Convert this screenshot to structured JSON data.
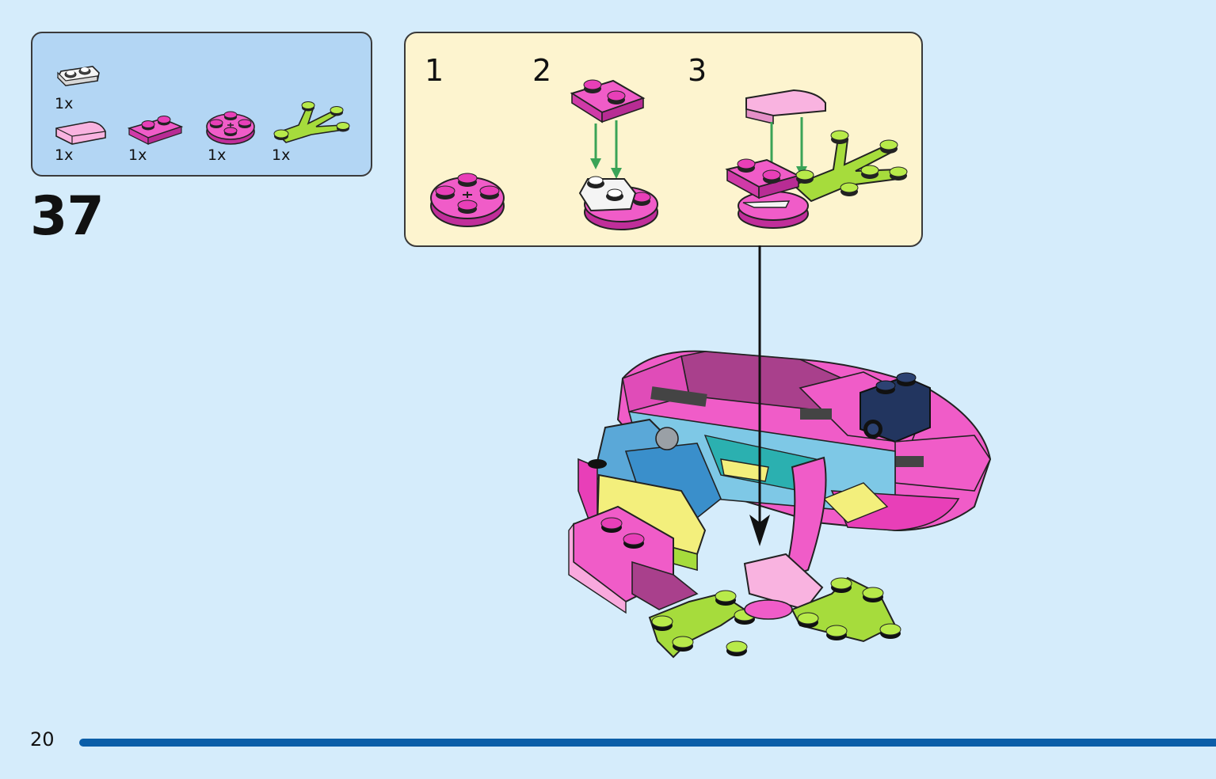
{
  "step": {
    "number": "37"
  },
  "parts_list": [
    {
      "name": "white-plate-1x2",
      "qty": "1x"
    },
    {
      "name": "light-pink-curved-slope",
      "qty": "1x"
    },
    {
      "name": "magenta-plate-1x2",
      "qty": "1x"
    },
    {
      "name": "magenta-round-plate-2x2",
      "qty": "1x"
    },
    {
      "name": "lime-frog-foot",
      "qty": "1x"
    }
  ],
  "substeps": [
    {
      "number": "1"
    },
    {
      "number": "2"
    },
    {
      "number": "3"
    }
  ],
  "page": {
    "number": "20"
  },
  "colors": {
    "background": "#d5ecfb",
    "parts_box": "#b3d6f4",
    "substep_box": "#fdf4cf",
    "magenta": "#e83fb8",
    "light_pink": "#f9a9dd",
    "lime": "#a6dc3c",
    "arrow_green": "#3aa357",
    "page_bar": "#0b5ea8"
  }
}
